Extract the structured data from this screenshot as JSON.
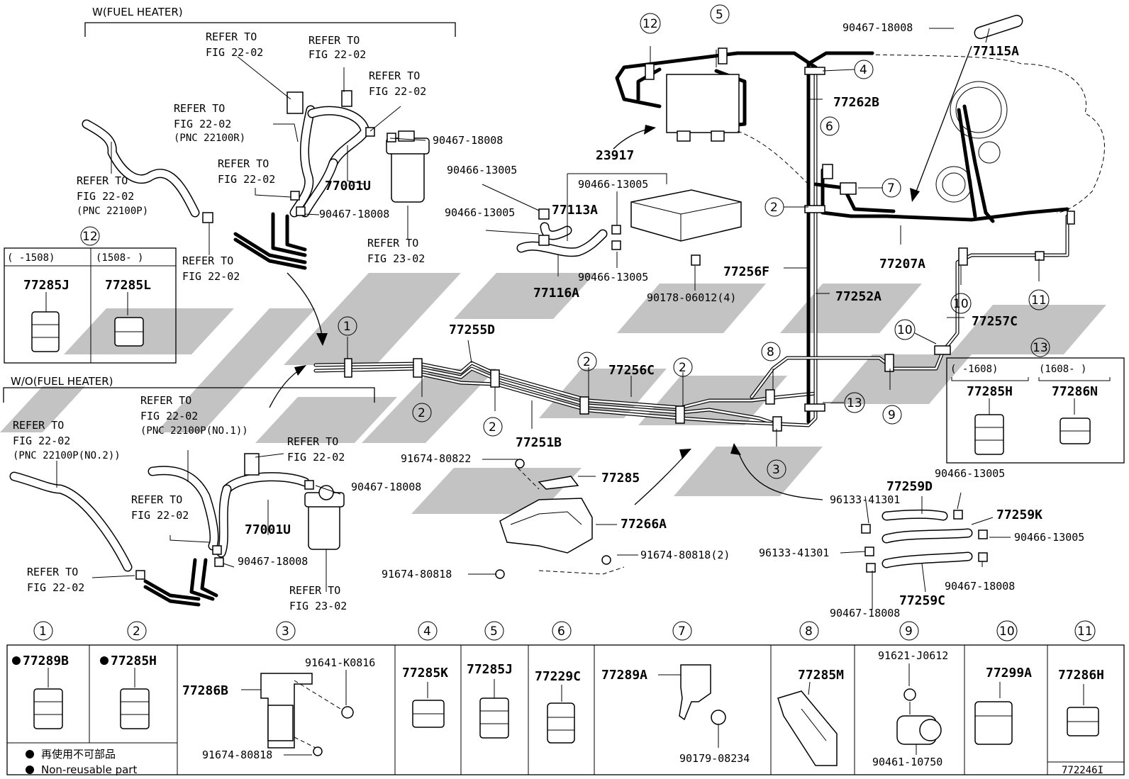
{
  "diagram_code": "772246I",
  "sections": {
    "with_heater": "W(FUEL HEATER)",
    "without_heater": "W/O(FUEL HEATER)"
  },
  "refs": {
    "fig_22_02": "REFER TO FIG 22-02",
    "fig_23_02": "REFER TO FIG 23-02",
    "pnc_22100r": "(PNC 22100R)",
    "pnc_22100p": "(PNC 22100P)",
    "pnc_22100p_no1": "(PNC 22100P(NO.1))",
    "pnc_22100p_no2": "(PNC 22100P(NO.2))"
  },
  "part_numbers": {
    "p77001U": "77001U",
    "p90467_18008": "90467-18008",
    "p90466_13005": "90466-13005",
    "p77113A": "77113A",
    "p23917": "23917",
    "p77116A": "77116A",
    "p90178": "90178-06012(4)",
    "p77115A": "77115A",
    "p77262B": "77262B",
    "p77207A": "77207A",
    "p77256F": "77256F",
    "p77252A": "77252A",
    "p77257C": "77257C",
    "p77255D": "77255D",
    "p77256C": "77256C",
    "p77251B": "77251B",
    "p91674_80822": "91674-80822",
    "p77285": "77285",
    "p77266A": "77266A",
    "p91674_80818": "91674-80818",
    "p91674_80818_2": "91674-80818(2)",
    "p96133_41301": "96133-41301",
    "p77259D": "77259D",
    "p77259K": "77259K",
    "p77259C": "77259C"
  },
  "callout_12": {
    "num": "12",
    "col1_range": "(    -1508)",
    "col2_range": "(1508-     )",
    "col1_part": "77285J",
    "col2_part": "77285L"
  },
  "callout_13": {
    "num": "13",
    "col1_range": "(    -1608)",
    "col2_range": "(1608-     )",
    "col1_part": "77285H",
    "col2_part": "77286N"
  },
  "legend": [
    {
      "num": "1",
      "part": "77289B",
      "nonreusable": true
    },
    {
      "num": "2",
      "part": "77285H",
      "nonreusable": true
    },
    {
      "num": "3",
      "part": "77286B",
      "extra1": "91641-K0816",
      "extra2": "91674-80818"
    },
    {
      "num": "4",
      "part": "77285K"
    },
    {
      "num": "5",
      "part": "77285J"
    },
    {
      "num": "6",
      "part": "77229C"
    },
    {
      "num": "7",
      "part": "77289A",
      "extra1": "90179-08234"
    },
    {
      "num": "8",
      "part": "77285M"
    },
    {
      "num": "9",
      "part": "91621-J0612",
      "extra1": "90461-10750"
    },
    {
      "num": "10",
      "part": "77299A"
    },
    {
      "num": "11",
      "part": "77286H"
    }
  ],
  "note": {
    "bullet": "●",
    "jp": "再使用不可部品",
    "en": "Non-reusable part"
  },
  "markers": [
    "1",
    "2",
    "3",
    "4",
    "5",
    "6",
    "7",
    "8",
    "9",
    "10",
    "11",
    "12",
    "13"
  ]
}
